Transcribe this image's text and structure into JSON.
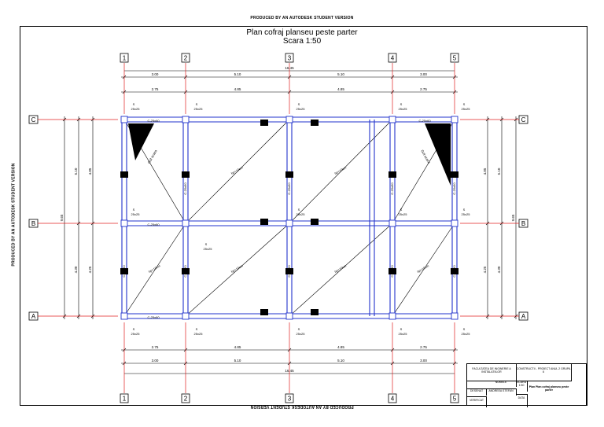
{
  "watermark": "PRODUCED BY AN AUTODESK STUDENT VERSION",
  "drawing": {
    "title": "Plan cofraj planseu peste parter",
    "scale": "Scara 1:50"
  },
  "axes": {
    "vertical": [
      "1",
      "2",
      "3",
      "4",
      "5"
    ],
    "horizontal": [
      "C",
      "B",
      "A"
    ]
  },
  "dimensions": {
    "top_spans": [
      "3.00",
      "5.10",
      "5.10",
      "3.00"
    ],
    "top_total": "16.45",
    "top_clear": [
      "2.75",
      "4.85",
      "4.85",
      "2.75"
    ],
    "side_spans": [
      "5.10",
      "4.30"
    ],
    "side_total": "9.65",
    "side_clear": [
      "4.85",
      "4.25"
    ]
  },
  "labels": {
    "column": "25x25",
    "column_mark": "S",
    "beam_long": "C-25x60",
    "beam_short": "C-25x50",
    "slab_thickness": "hp=10cm",
    "stair": "Gol scara"
  },
  "title_block": {
    "faculty": "FACULTATEA DE INGINERIE A INSTALATIILOR",
    "project": "CONSTRUCTII - PROIECT ANUL 2 GRUPA 6",
    "name_header": "NUMELE",
    "scale_label": "SCARA 1:50",
    "drawn": "DESENAT",
    "drawn_by": "ANDREEA STEFAN",
    "checked": "VERIFICAT",
    "date_label": "DATA",
    "sheet_title": "Plan Plan cofraj planseu peste parter"
  }
}
